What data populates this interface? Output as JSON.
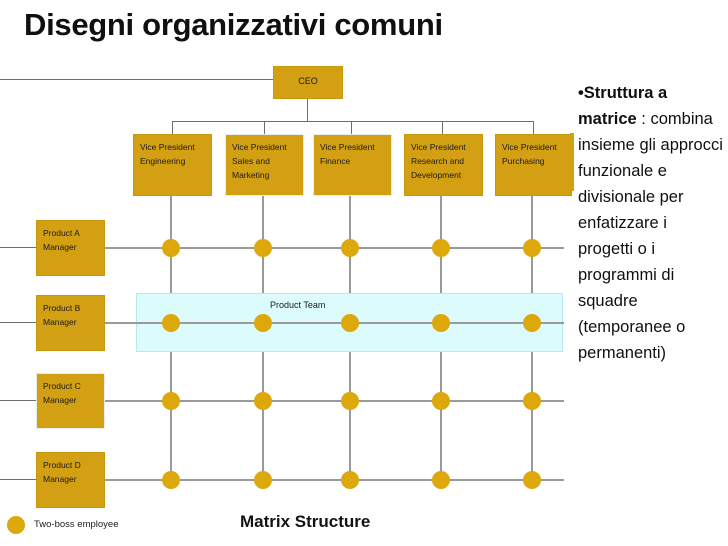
{
  "slide": {
    "title": "Disegni organizzativi comuni"
  },
  "diagram": {
    "caption": "Matrix Structure",
    "ceo": {
      "label": "CEO"
    },
    "vice_presidents": [
      {
        "label": "Vice President Engineering"
      },
      {
        "label": "Vice President Sales and Marketing"
      },
      {
        "label": "Vice President Finance"
      },
      {
        "label": "Vice President Research and Development"
      },
      {
        "label": "Vice President Purchasing"
      }
    ],
    "product_managers": [
      {
        "label": "Product A Manager"
      },
      {
        "label": "Product B Manager"
      },
      {
        "label": "Product C Manager"
      },
      {
        "label": "Product D Manager"
      }
    ],
    "product_team": {
      "label": "Product Team"
    },
    "legend": {
      "label": "Two-boss employee",
      "marker_color": "#DDA80C"
    },
    "colors": {
      "box_fill": "#D3A013",
      "dot": "#DDA80C",
      "line": "#9a9a9a",
      "highlight_band": "#DCFBFC"
    }
  },
  "side_text": {
    "bullet": "•",
    "bold_lead": "Struttura a matrice",
    "separator": " : ",
    "body": "combina insieme gli approcci funzionale e divisionale per enfatizzare i progetti o i programmi di squadre (temporanee o permanenti)"
  }
}
